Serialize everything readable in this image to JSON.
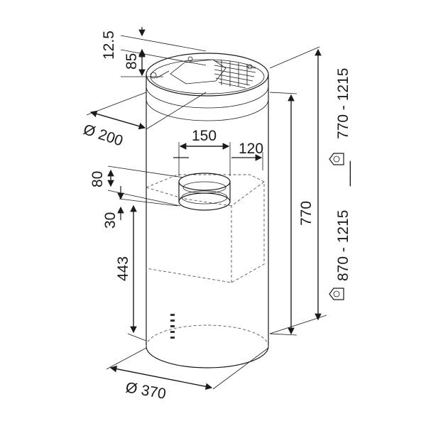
{
  "drawing": {
    "dim_12_5": "12.5",
    "dim_85": "85",
    "dim_dia200": "Ø 200",
    "dim_150": "150",
    "dim_120": "120",
    "dim_80": "80",
    "dim_30": "30",
    "dim_443": "443",
    "dim_770": "770",
    "dim_dia370": "Ø 370",
    "range_upper": "770 - 1215",
    "range_lower": "870 - 1215",
    "range_separator": "___",
    "icons": [
      "house-recirculation-icon",
      "house-extraction-icon"
    ]
  }
}
